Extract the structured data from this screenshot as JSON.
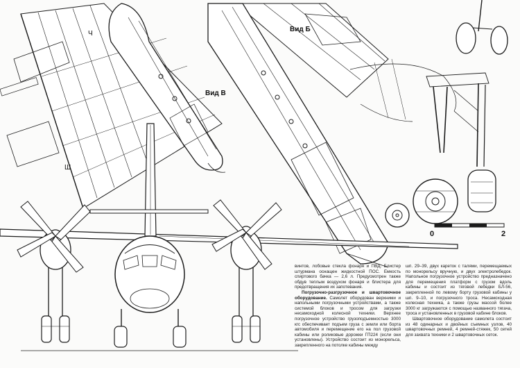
{
  "labels": {
    "view_b": "Вид Б",
    "view_v": "Вид В",
    "mark_ch": "Ч",
    "mark_sh": "Ш"
  },
  "scale": {
    "start": "0",
    "end": "2"
  },
  "columns": {
    "col1": {
      "p1": "винтов, лобовые стекла фонаря и ПВД. Блистер штурмана оснащен жидкостной ПОС. Емкость спиртового бачка — 2,6 л. Предусмотрен также обдув теплым воздухом фонаря и блистера для предотвращения их запотевания.",
      "p2_title": "Погрузочно-разгрузочное и швартовочное оборудование.",
      "p2": " Самолет оборудован верхними и напольными погрузочными устройствами, а также системой блоков и тросом для загрузки несамоходной колесной техники. Верхнее погрузочное устройство грузоподъемностью 3000 кгс обеспечивает подъем груза с земли или борта автомобиля и перемещение его на пол грузовой кабины или роликовые дорожки ГП224 (если они установлены). Устройство состоит из монорельса, закрепленного на потолке кабины между"
    },
    "col2": {
      "p1": "шп. 29–39, двух кареток с талями, перемещаемых по монорельсу вручную, и двух электролебедок. Напольное погрузочное устройство предназначено для перемещения платформ с грузом вдоль кабины и состоит из тяговой лебедки БЛ-56, закрепленной по левому борту грузовой кабины у шп. 9–10, и погрузочного троса. Несамоходная колесная техника, а также грузы массой более 3000 кг загружаются с помощью названного тягача, троса и установленных в грузовой кабине блоков.",
      "p2": "Швартовочное оборудование самолета состоит из 48 одинарных и двойных съемных узлов, 40 швартовочных ремней, 4 ремней-стяжек, 50 сетей для захвата техники и 2 швартовочных сеток."
    }
  }
}
